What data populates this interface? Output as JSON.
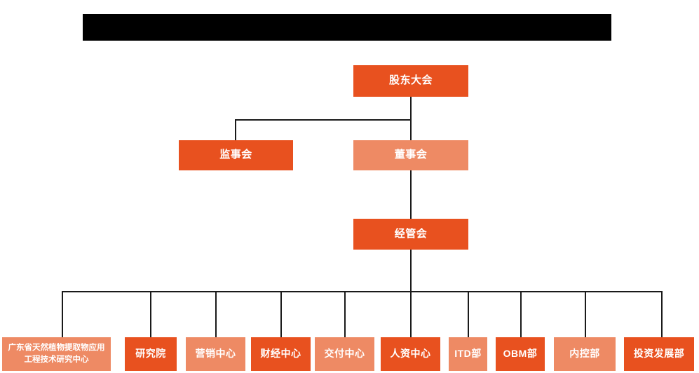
{
  "chart": {
    "title_bar": {
      "name": "redacted-title-bar",
      "color": "#000000",
      "text": ""
    },
    "colors": {
      "primary": "#E8511F",
      "secondary": "#EE8A64",
      "connector": "#1a1a1a",
      "background": "#ffffff",
      "text": "#ffffff"
    },
    "levels": {
      "level1": {
        "label": "股东大会"
      },
      "level2": [
        {
          "label": "监事会"
        },
        {
          "label": "董事会"
        }
      ],
      "level3": {
        "label": "经管会"
      }
    },
    "departments": [
      {
        "label": "广东省天然植物提取物应用工程技术研究中心"
      },
      {
        "label": "研究院"
      },
      {
        "label": "营销中心"
      },
      {
        "label": "财经中心"
      },
      {
        "label": "交付中心"
      },
      {
        "label": "人资中心"
      },
      {
        "label": "ITD部"
      },
      {
        "label": "OBM部"
      },
      {
        "label": "内控部"
      },
      {
        "label": "投资发展部"
      }
    ]
  }
}
